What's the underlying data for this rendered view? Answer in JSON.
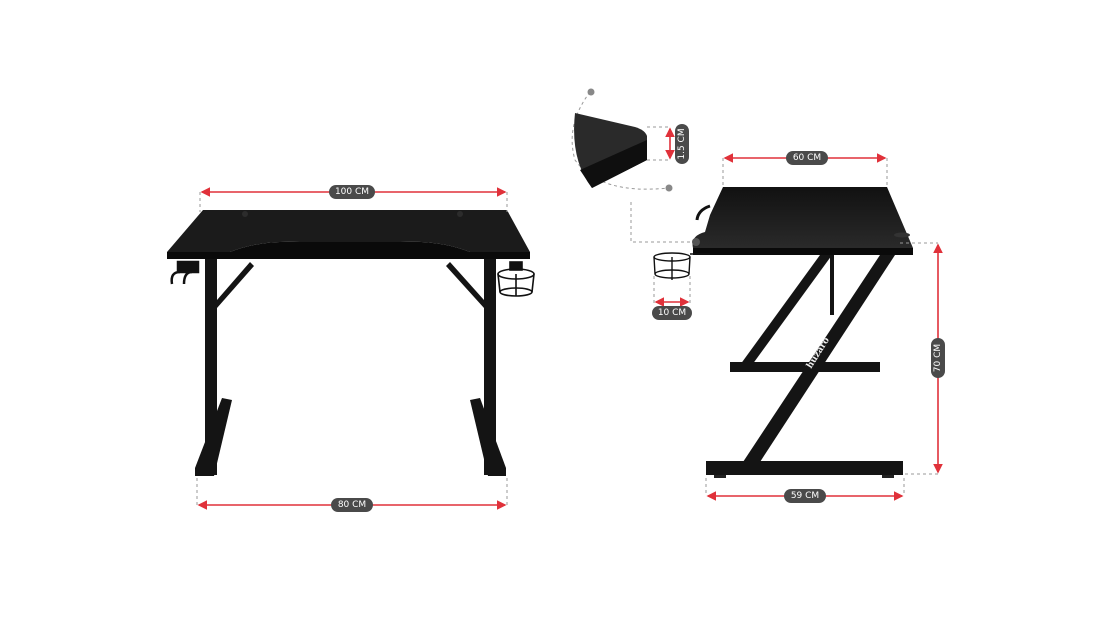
{
  "front_view": {
    "width_label": "100 CM",
    "leg_span_label": "80 CM"
  },
  "side_view": {
    "depth_label": "60 CM",
    "height_label": "70 CM",
    "base_depth_label": "59 CM",
    "cup_holder_label": "10 CM",
    "thickness_label": "1.5 CM",
    "brand_logo": "huzaro"
  },
  "colors": {
    "dimension_line": "#e0313a",
    "label_pill": "#4a4a4a",
    "desk": "#141414"
  }
}
